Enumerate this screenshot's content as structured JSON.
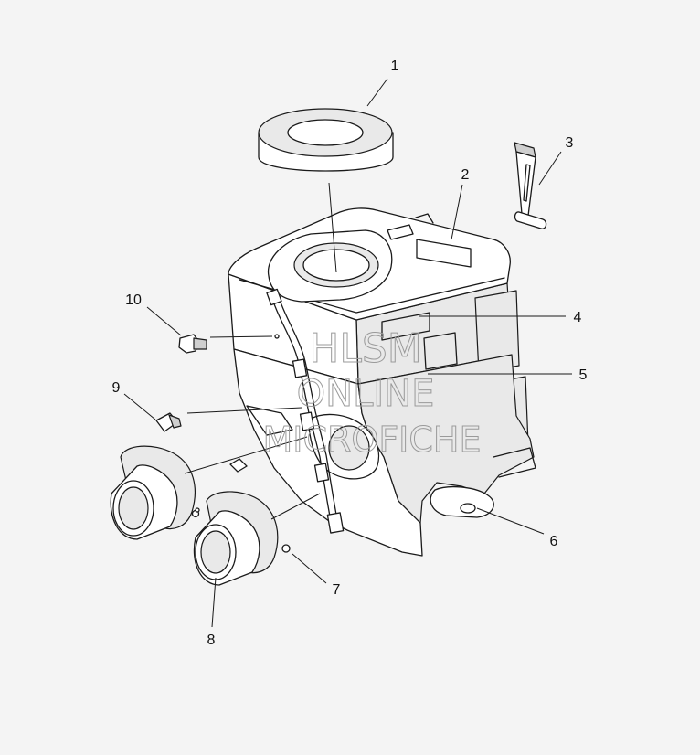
{
  "callouts": [
    {
      "id": "1",
      "label": "1"
    },
    {
      "id": "2",
      "label": "2"
    },
    {
      "id": "3",
      "label": "3"
    },
    {
      "id": "4",
      "label": "4"
    },
    {
      "id": "5",
      "label": "5"
    },
    {
      "id": "6",
      "label": "6"
    },
    {
      "id": "7",
      "label": "7"
    },
    {
      "id": "8",
      "label": "8"
    },
    {
      "id": "9",
      "label": "9"
    },
    {
      "id": "10",
      "label": "10"
    }
  ],
  "watermark": {
    "line1": "HLSM",
    "line2": "ONLINE",
    "line3": "MICROFICHE"
  },
  "colors": {
    "background": "#f4f4f4",
    "line": "#1a1a1a",
    "watermark": "#9a9a9a"
  }
}
